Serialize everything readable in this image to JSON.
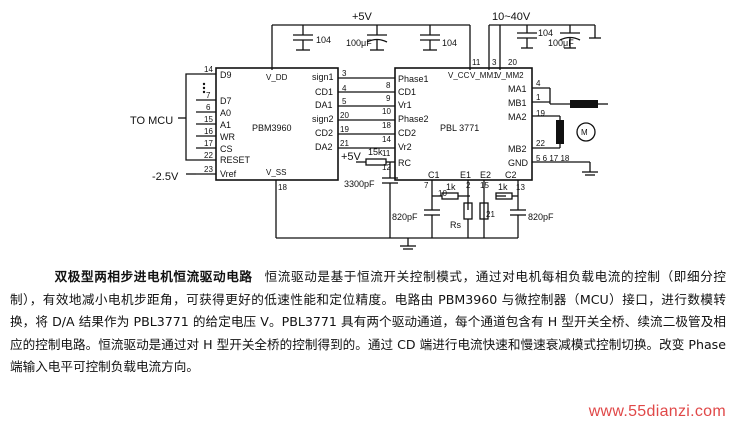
{
  "diagram": {
    "chip1": {
      "name": "PBM3960",
      "pins_left": [
        "D9",
        "D7",
        "A0",
        "A1",
        "WR",
        "CS",
        "RESET",
        "Vref"
      ],
      "pins_right": [
        "sign1",
        "CD1",
        "DA1",
        "sign2",
        "CD2",
        "DA2"
      ],
      "vdd": "V_DD",
      "vss": "V_SS",
      "pin_nums_left": [
        "14",
        "7",
        "6",
        "15",
        "16",
        "17",
        "22",
        "23"
      ],
      "pin_nums_right": [
        "3",
        "4",
        "5",
        "20",
        "19",
        "21"
      ],
      "pin_vss": "18"
    },
    "chip2": {
      "name": "PBL 3771",
      "pins_left": [
        "Phase1",
        "CD1",
        "Vr1",
        "Phase2",
        "CD2",
        "Vr2",
        "RC"
      ],
      "pins_right": [
        "MA1",
        "MB1",
        "MA2",
        "MB2",
        "GND"
      ],
      "pins_top": [
        "V_CC",
        "V_MM1",
        "V_MM2"
      ],
      "pins_bottom": [
        "C1",
        "E1",
        "E2",
        "C2"
      ],
      "pin_nums_left": [
        "8",
        "9",
        "10",
        "18",
        "14",
        "11",
        "12"
      ],
      "pin_nums_top": [
        "11",
        "3",
        "20"
      ],
      "pin_nums_right": [
        "4",
        "1",
        "19",
        "22",
        "5 6 17 18"
      ],
      "pin_nums_bottom": [
        "7",
        "10",
        "2",
        "15",
        "21",
        "13"
      ]
    },
    "labels": {
      "mcu": "TO MCU",
      "neg_supply": "-2.5V",
      "supply_5v": "+5V",
      "supply_motor": "10~40V",
      "cap_104a": "104",
      "cap_100u_a": "100μF",
      "cap_104b": "104",
      "cap_104c": "104",
      "cap_100u_b": "100μF",
      "res_15k": "15k",
      "plus5v_small": "+5V",
      "cap_3300p": "3300pF",
      "cap_820p_a": "820pF",
      "cap_820p_b": "820pF",
      "res_1k_a": "1k",
      "res_1k_b": "1k",
      "res_s": "Rs",
      "motor": "M"
    }
  },
  "caption": {
    "title": "双极型两相步进电机恒流驱动电路",
    "body": "恒流驱动是基于恒流开关控制模式，通过对电机每相负载电流的控制（即细分控制），有效地减小电机步距角，可获得更好的低速性能和定位精度。电路由 PBM3960 与微控制器（MCU）接口，进行数模转换，将 D/A 结果作为 PBL3771 的给定电压 V。PBL3771 具有两个驱动通道，每个通道包含有 H 型开关全桥、续流二极管及相应的控制电路。恒流驱动是通过对 H 型开关全桥的控制得到的。通过 CD 端进行电流快速和慢速衰减模式控制切换。改变 Phase 端输入电平可控制负载电流方向。"
  },
  "watermark": "www.55dianzi.com"
}
